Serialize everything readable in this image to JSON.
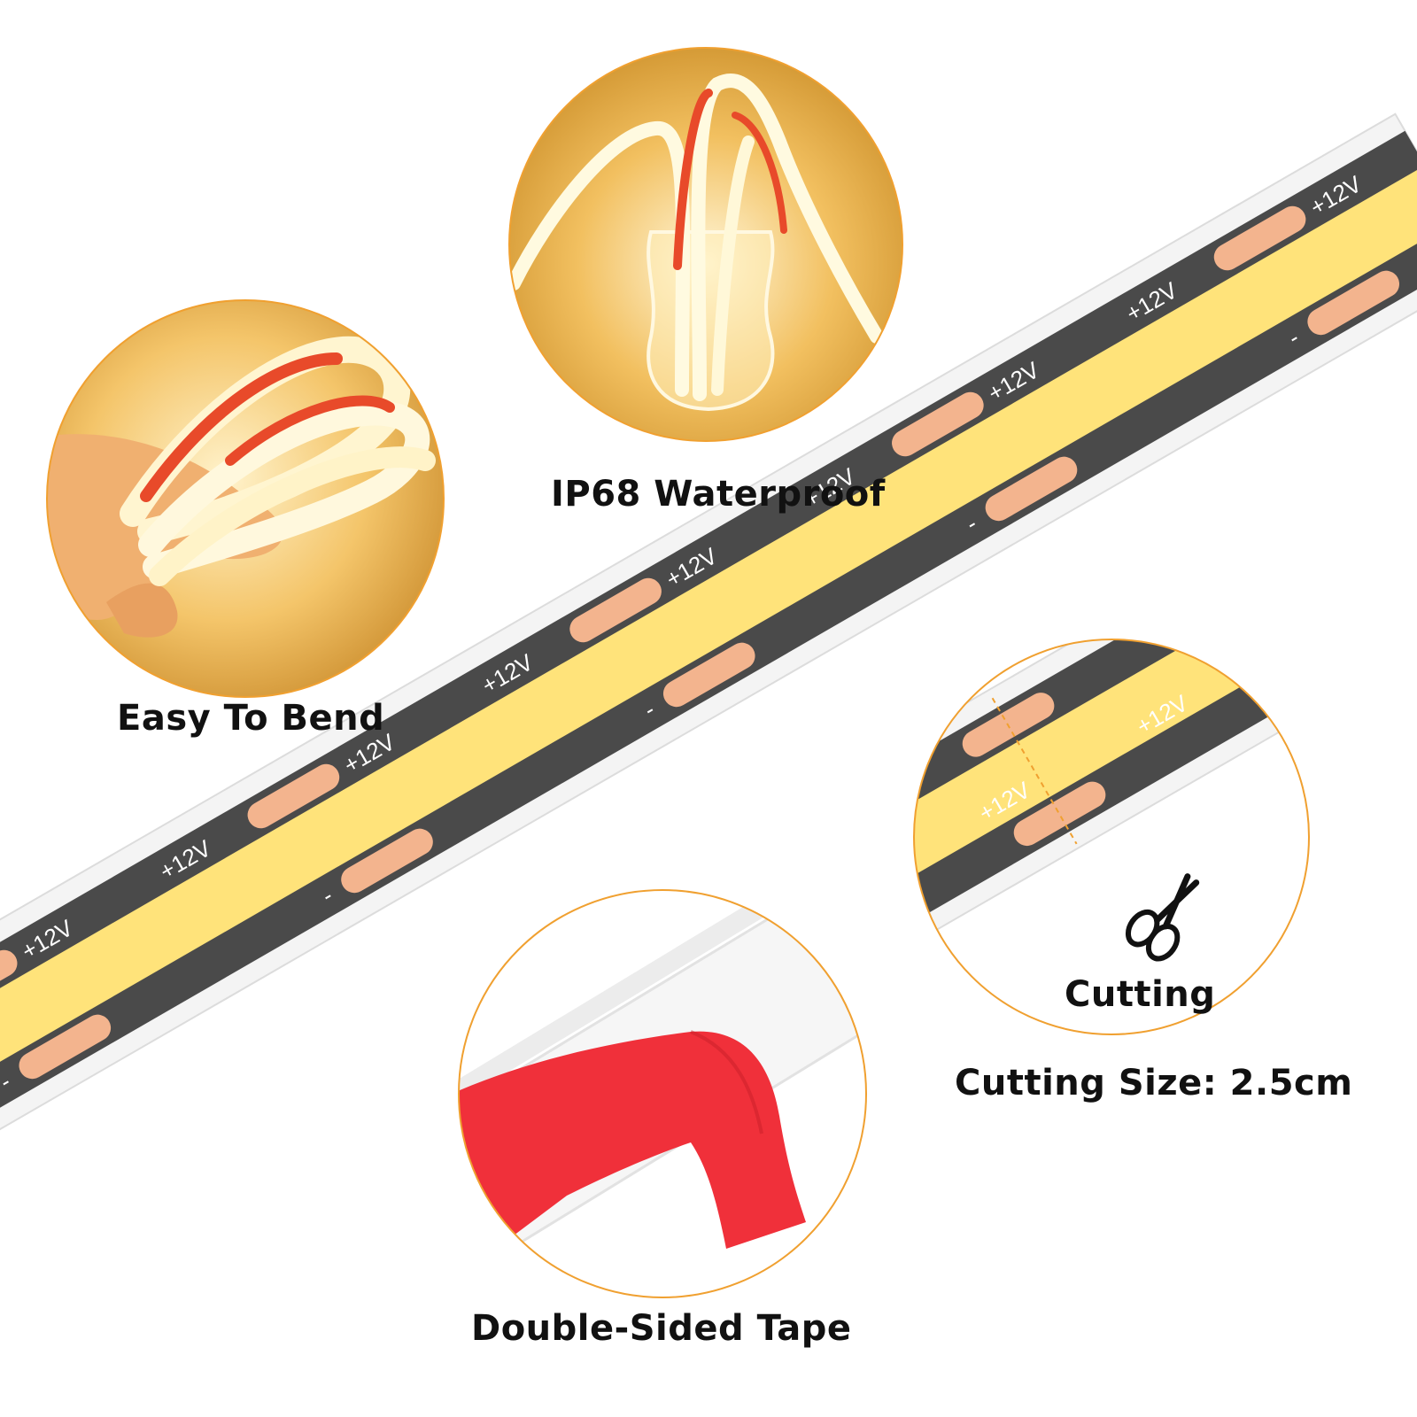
{
  "features": {
    "bend": {
      "label": "Easy To Bend"
    },
    "waterproof": {
      "label": "IP68 Waterproof"
    },
    "cutting": {
      "label": "Cutting",
      "size_label": "Cutting Size: 2.5cm"
    },
    "tape": {
      "label": "Double-Sided Tape"
    }
  },
  "strip": {
    "positive_label": "+12V",
    "negative_label": "-"
  },
  "colors": {
    "accent_ring": "#f0a030",
    "led_yellow": "#ffe37a",
    "pcb_dark": "#4a4a4a",
    "pad_copper": "#f3b48e",
    "tape_red": "#f0303a"
  },
  "icons": [
    "scissors-icon"
  ]
}
